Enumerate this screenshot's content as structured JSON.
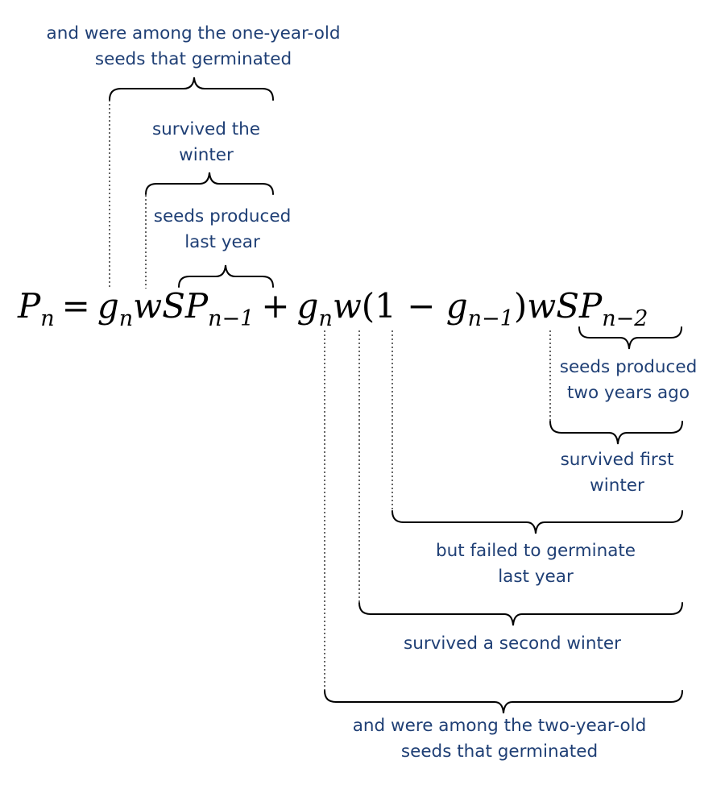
{
  "formula": {
    "lhs": "P",
    "lhs_sub": "n",
    "eq": "=",
    "t1_g": "g",
    "t1_g_sub": "n",
    "t1_w": "w",
    "t1_S": "S",
    "t1_P": "P",
    "t1_P_sub": "n−1",
    "plus": "+",
    "t2_g": "g",
    "t2_g_sub": "n",
    "t2_w": "w",
    "t2_open": "(1 − ",
    "t2_g2": "g",
    "t2_g2_sub": "n−1",
    "t2_close": ")",
    "t2_w2": "w",
    "t2_S": "S",
    "t2_P": "P",
    "t2_P_sub": "n−2"
  },
  "annotations": {
    "t1_germinated": [
      "and were among the one-year-old",
      "seeds that germinated"
    ],
    "t1_survived": [
      "survived the",
      "winter"
    ],
    "t1_produced": [
      "seeds produced",
      "last year"
    ],
    "t2_produced": [
      "seeds produced",
      "two years ago"
    ],
    "t2_survived_first": [
      "survived first",
      "winter"
    ],
    "t2_failed": [
      "but failed to germinate",
      "last year"
    ],
    "t2_survived_second": [
      "survived a second winter"
    ],
    "t2_germinated": [
      "and were among the two-year-old",
      "seeds that germinated"
    ]
  },
  "colors": {
    "label": "#1f3f75",
    "lines": "#000000"
  }
}
